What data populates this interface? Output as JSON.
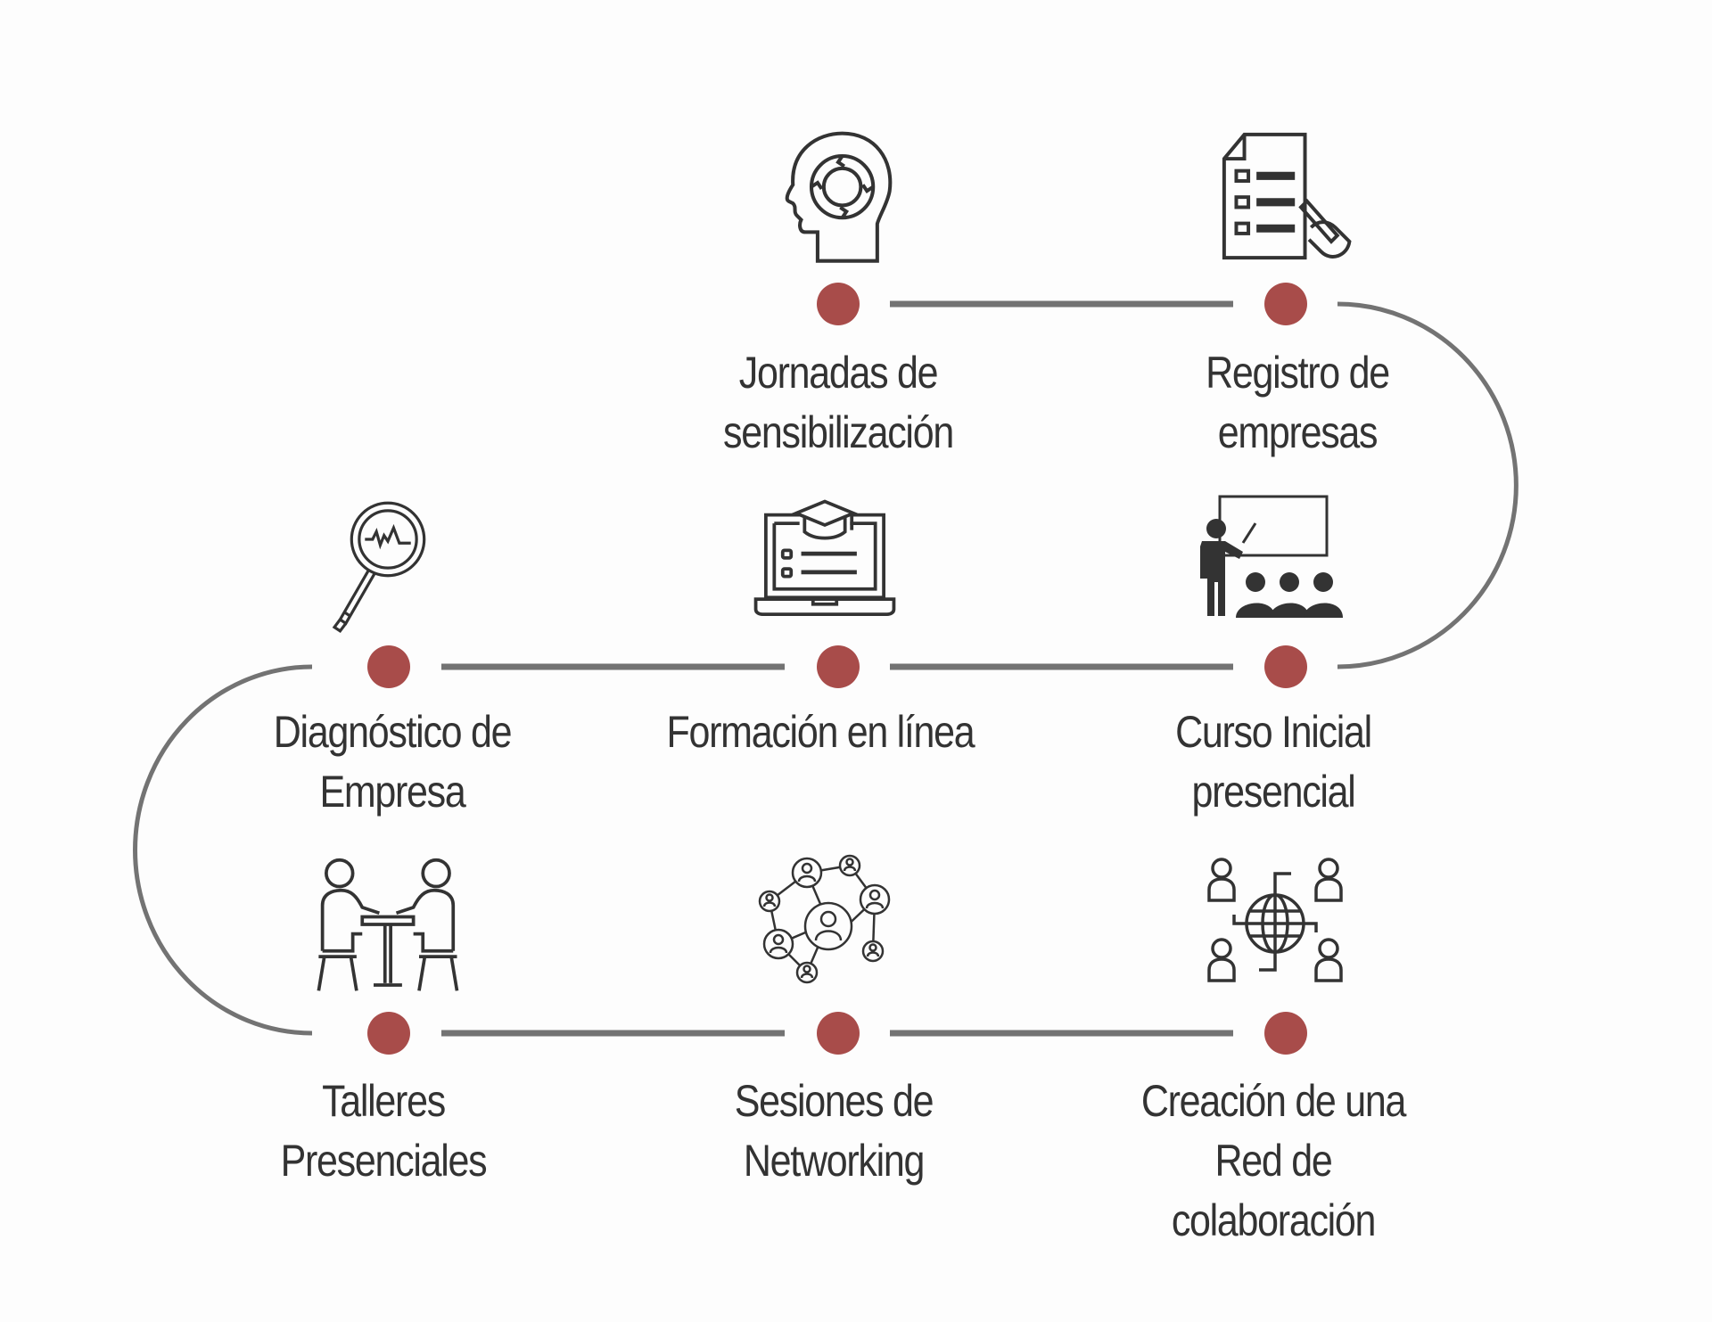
{
  "colors": {
    "dot": "#a84c4a",
    "line": "#737373",
    "text": "#333333",
    "icon": "#333333",
    "background": "#fdfdfd"
  },
  "steps": [
    {
      "order": 1,
      "label_line1": "Jornadas de",
      "label_line2": "sensibilización",
      "icon": "head-cycle-icon"
    },
    {
      "order": 2,
      "label_line1": "Registro de",
      "label_line2": "empresas",
      "icon": "form-checklist-icon"
    },
    {
      "order": 3,
      "label_line1": "Curso Inicial",
      "label_line2": "presencial",
      "icon": "teacher-class-icon"
    },
    {
      "order": 4,
      "label_line1": "Formación en línea",
      "label_line2": "",
      "icon": "laptop-graduation-icon"
    },
    {
      "order": 5,
      "label_line1": "Diagnóstico de",
      "label_line2": "Empresa",
      "icon": "magnifier-pulse-icon"
    },
    {
      "order": 6,
      "label_line1": "Talleres",
      "label_line2": "Presenciales",
      "icon": "meeting-table-icon"
    },
    {
      "order": 7,
      "label_line1": "Sesiones de",
      "label_line2": "Networking",
      "icon": "network-people-icon"
    },
    {
      "order": 8,
      "label_line1": "Creación de una",
      "label_line2": "Red de colaboración",
      "icon": "globe-people-icon"
    }
  ]
}
